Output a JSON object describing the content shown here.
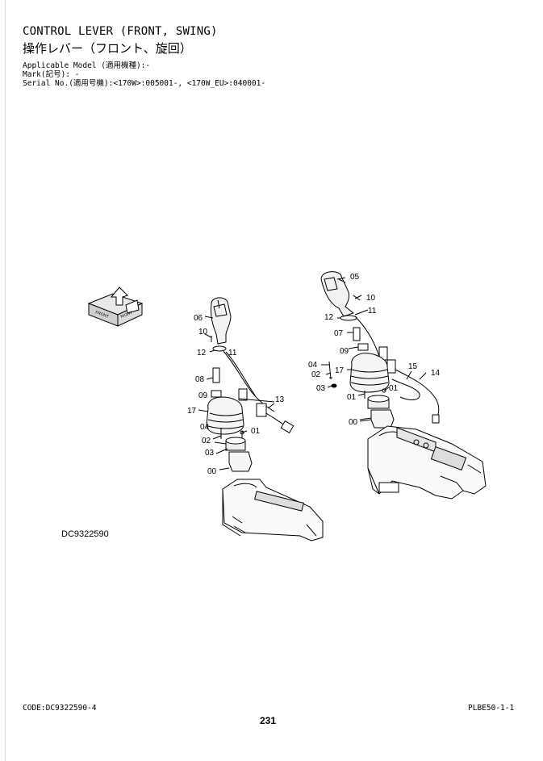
{
  "header": {
    "title_en": "CONTROL LEVER (FRONT, SWING)",
    "title_ja": "操作レバー（フロント、旋回）",
    "applicable_model": "Applicable Model (適用機種):-",
    "mark": "Mark(記号): -",
    "serial_no": "Serial No.(適用号機):<170W>:005001-, <170W_EU>:040001-"
  },
  "diagram": {
    "drawing_code": "DC9322590",
    "orientation_icon_labels": [
      "FRONT",
      "RIGHT"
    ],
    "left_assembly_labels": [
      "06",
      "10",
      "12",
      "11",
      "08",
      "09",
      "13",
      "17",
      "04",
      "01",
      "02",
      "03",
      "00"
    ],
    "right_assembly_labels": [
      "05",
      "10",
      "12",
      "11",
      "07",
      "09",
      "04",
      "02",
      "17",
      "15",
      "14",
      "03",
      "01",
      "01",
      "00"
    ]
  },
  "footer": {
    "code": "CODE:DC9322590-4",
    "page_number": "231",
    "reference": "PLBE50-1-1"
  }
}
